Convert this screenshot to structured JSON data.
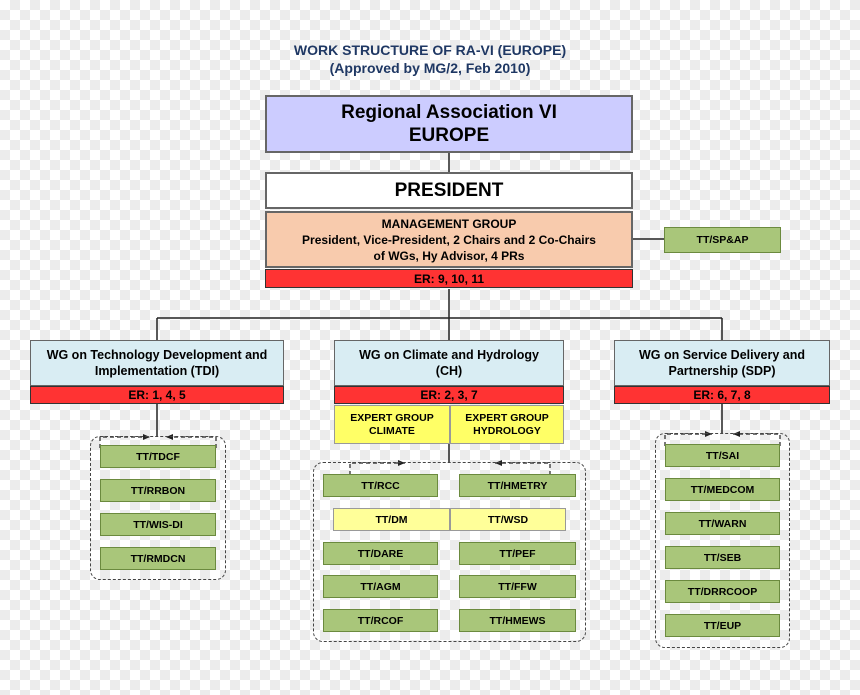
{
  "header": {
    "title": "WORK STRUCTURE OF RA-VI (EUROPE)",
    "subtitle": "(Approved by MG/2, Feb 2010)"
  },
  "regional_association": {
    "line1": "Regional Association VI",
    "line2": "EUROPE"
  },
  "president": {
    "label": "PRESIDENT"
  },
  "management_group": {
    "title": "MANAGEMENT GROUP",
    "line1": "President, Vice-President, 2 Chairs and 2 Co-Chairs",
    "line2": "of WGs, Hy Advisor, 4 PRs",
    "er": "ER: 9, 10, 11"
  },
  "side_team": {
    "label": "TT/SP&AP"
  },
  "working_groups": [
    {
      "line1": "WG on Technology Development and",
      "line2": "Implementation (TDI)",
      "er": "ER: 1, 4, 5",
      "teams": [
        "TT/TDCF",
        "TT/RRBON",
        "TT/WIS-DI",
        "TT/RMDCN"
      ]
    },
    {
      "line1": "WG on Climate and Hydrology",
      "line2": "(CH)",
      "er": "ER: 2, 3, 7",
      "expert_groups": [
        {
          "line1": "EXPERT GROUP",
          "line2": "CLIMATE"
        },
        {
          "line1": "EXPERT GROUP",
          "line2": "HYDROLOGY"
        }
      ],
      "teams_left": [
        "TT/RCC",
        "TT/DM",
        "TT/DARE",
        "TT/AGM",
        "TT/RCOF"
      ],
      "teams_right": [
        "TT/HMETRY",
        "TT/WSD",
        "TT/PEF",
        "TT/FFW",
        "TT/HMEWS"
      ]
    },
    {
      "line1": "WG on Service Delivery and",
      "line2": "Partnership (SDP)",
      "er": "ER: 6, 7, 8",
      "teams": [
        "TT/SAI",
        "TT/MEDCOM",
        "TT/WARN",
        "TT/SEB",
        "TT/DRRCOOP",
        "TT/EUP"
      ]
    }
  ]
}
